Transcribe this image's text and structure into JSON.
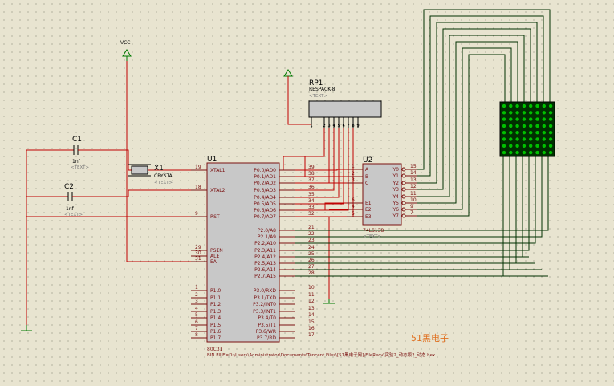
{
  "colors": {
    "wire": "#c00000",
    "power": "#007a00",
    "body": "#c8c8c8",
    "pin": "#7a1010",
    "matrix": "#003000",
    "led": "#00c000",
    "watermark": "#e07020"
  },
  "power": {
    "vcc_label": "VCC"
  },
  "placeholder_text": "<TEXT>",
  "c1": {
    "ref": "C1",
    "value": "1nf"
  },
  "c2": {
    "ref": "C2",
    "value": "1nf"
  },
  "x1": {
    "ref": "X1",
    "value": "CRYSTAL"
  },
  "rp1": {
    "ref": "RP1",
    "value": "RESPACK-8",
    "pins": [
      "1",
      "2",
      "3",
      "4",
      "5",
      "6",
      "7",
      "8",
      "9"
    ]
  },
  "u1": {
    "ref": "U1",
    "part": "80C31",
    "left_pins": [
      {
        "num": "19",
        "name": "XTAL1"
      },
      {
        "num": "18",
        "name": "XTAL2"
      },
      {
        "num": "9",
        "name": "RST"
      },
      {
        "num": "29",
        "name": "PSEN"
      },
      {
        "num": "30",
        "name": "ALE"
      },
      {
        "num": "31",
        "name": "EA"
      },
      {
        "num": "1",
        "name": "P1.0"
      },
      {
        "num": "2",
        "name": "P1.1"
      },
      {
        "num": "3",
        "name": "P1.2"
      },
      {
        "num": "4",
        "name": "P1.3"
      },
      {
        "num": "5",
        "name": "P1.4"
      },
      {
        "num": "6",
        "name": "P1.5"
      },
      {
        "num": "7",
        "name": "P1.6"
      },
      {
        "num": "8",
        "name": "P1.7"
      }
    ],
    "right_pins": [
      {
        "num": "39",
        "name": "P0.0/AD0"
      },
      {
        "num": "38",
        "name": "P0.1/AD1"
      },
      {
        "num": "37",
        "name": "P0.2/AD2"
      },
      {
        "num": "36",
        "name": "P0.3/AD3"
      },
      {
        "num": "35",
        "name": "P0.4/AD4"
      },
      {
        "num": "34",
        "name": "P0.5/AD5"
      },
      {
        "num": "33",
        "name": "P0.6/AD6"
      },
      {
        "num": "32",
        "name": "P0.7/AD7"
      },
      {
        "num": "21",
        "name": "P2.0/A8"
      },
      {
        "num": "22",
        "name": "P2.1/A9"
      },
      {
        "num": "23",
        "name": "P2.2/A10"
      },
      {
        "num": "24",
        "name": "P2.3/A11"
      },
      {
        "num": "25",
        "name": "P2.4/A12"
      },
      {
        "num": "26",
        "name": "P2.5/A13"
      },
      {
        "num": "27",
        "name": "P2.6/A14"
      },
      {
        "num": "28",
        "name": "P2.7/A15"
      },
      {
        "num": "10",
        "name": "P3.0/RXD"
      },
      {
        "num": "11",
        "name": "P3.1/TXD"
      },
      {
        "num": "12",
        "name": "P3.2/INT0"
      },
      {
        "num": "13",
        "name": "P3.3/INT1"
      },
      {
        "num": "14",
        "name": "P3.4/T0"
      },
      {
        "num": "15",
        "name": "P3.5/T1"
      },
      {
        "num": "16",
        "name": "P3.6/WR"
      },
      {
        "num": "17",
        "name": "P3.7/RD"
      }
    ],
    "bin_file": "BIN FILE=D:\\Users\\Administrator\\Documents\\Tencent Files\\[51黑电子网]\\FileRecv\\实验2_动态版2_动态.hex"
  },
  "u2": {
    "ref": "U2",
    "part": "74LS138",
    "left_pins": [
      {
        "num": "1",
        "name": "A"
      },
      {
        "num": "2",
        "name": "B"
      },
      {
        "num": "3",
        "name": "C"
      },
      {
        "num": "6",
        "name": "E1"
      },
      {
        "num": "4",
        "name": "E2"
      },
      {
        "num": "5",
        "name": "E3"
      }
    ],
    "right_pins": [
      {
        "num": "15",
        "name": "Y0"
      },
      {
        "num": "14",
        "name": "Y1"
      },
      {
        "num": "13",
        "name": "Y2"
      },
      {
        "num": "12",
        "name": "Y3"
      },
      {
        "num": "11",
        "name": "Y4"
      },
      {
        "num": "10",
        "name": "Y5"
      },
      {
        "num": "9",
        "name": "Y6"
      },
      {
        "num": "7",
        "name": "Y7"
      }
    ]
  },
  "watermark": "51黑电子"
}
